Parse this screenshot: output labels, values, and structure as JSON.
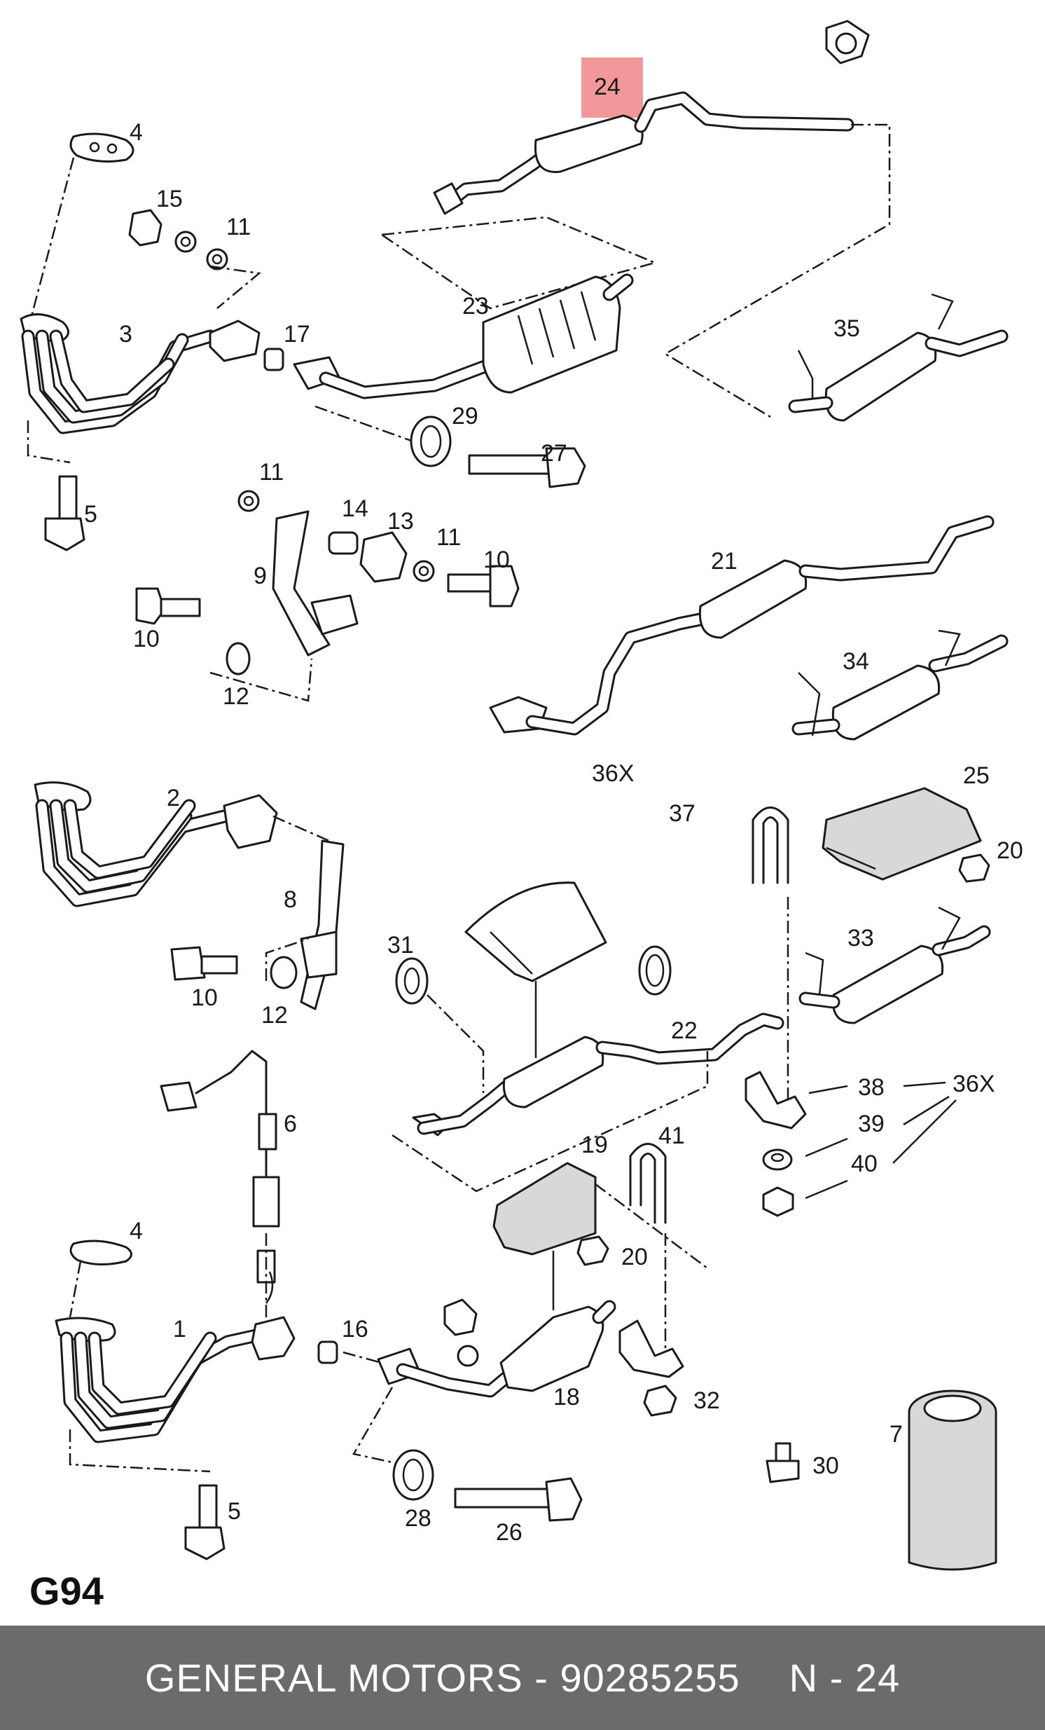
{
  "diagram_code": "G94",
  "highlighted_part": "24",
  "callouts": [
    {
      "id": "c24",
      "text": "24"
    },
    {
      "id": "c4a",
      "text": "4"
    },
    {
      "id": "c15",
      "text": "15"
    },
    {
      "id": "c11a",
      "text": "11"
    },
    {
      "id": "c3",
      "text": "3"
    },
    {
      "id": "c17",
      "text": "17"
    },
    {
      "id": "c23",
      "text": "23"
    },
    {
      "id": "c35",
      "text": "35"
    },
    {
      "id": "c29",
      "text": "29"
    },
    {
      "id": "c27",
      "text": "27"
    },
    {
      "id": "c5a",
      "text": "5"
    },
    {
      "id": "c11b",
      "text": "11"
    },
    {
      "id": "c14",
      "text": "14"
    },
    {
      "id": "c13",
      "text": "13"
    },
    {
      "id": "c11c",
      "text": "11"
    },
    {
      "id": "c10a",
      "text": "10"
    },
    {
      "id": "c9",
      "text": "9"
    },
    {
      "id": "c21",
      "text": "21"
    },
    {
      "id": "c10b",
      "text": "10"
    },
    {
      "id": "c12a",
      "text": "12"
    },
    {
      "id": "c34",
      "text": "34"
    },
    {
      "id": "c36xa",
      "text": "36X"
    },
    {
      "id": "c37",
      "text": "37"
    },
    {
      "id": "c25",
      "text": "25"
    },
    {
      "id": "c2",
      "text": "2"
    },
    {
      "id": "c20a",
      "text": "20"
    },
    {
      "id": "c8",
      "text": "8"
    },
    {
      "id": "c31",
      "text": "31"
    },
    {
      "id": "c33",
      "text": "33"
    },
    {
      "id": "c10c",
      "text": "10"
    },
    {
      "id": "c12b",
      "text": "12"
    },
    {
      "id": "c22",
      "text": "22"
    },
    {
      "id": "c38",
      "text": "38"
    },
    {
      "id": "c36xb",
      "text": "36X"
    },
    {
      "id": "c6",
      "text": "6"
    },
    {
      "id": "c39",
      "text": "39"
    },
    {
      "id": "c19",
      "text": "19"
    },
    {
      "id": "c41",
      "text": "41"
    },
    {
      "id": "c40",
      "text": "40"
    },
    {
      "id": "c4b",
      "text": "4"
    },
    {
      "id": "c20b",
      "text": "20"
    },
    {
      "id": "c1",
      "text": "1"
    },
    {
      "id": "c16",
      "text": "16"
    },
    {
      "id": "c18",
      "text": "18"
    },
    {
      "id": "c32",
      "text": "32"
    },
    {
      "id": "c7",
      "text": "7"
    },
    {
      "id": "c30",
      "text": "30"
    },
    {
      "id": "c5b",
      "text": "5"
    },
    {
      "id": "c28",
      "text": "28"
    },
    {
      "id": "c26",
      "text": "26"
    }
  ],
  "footer": {
    "brand_part": "GENERAL MOTORS - 90285255",
    "page_ref": "N - 24"
  },
  "colors": {
    "highlight": "#f0868a",
    "footer_bg": "#6b6b6b",
    "footer_text": "#ffffff",
    "line": "#1a1a1a"
  }
}
